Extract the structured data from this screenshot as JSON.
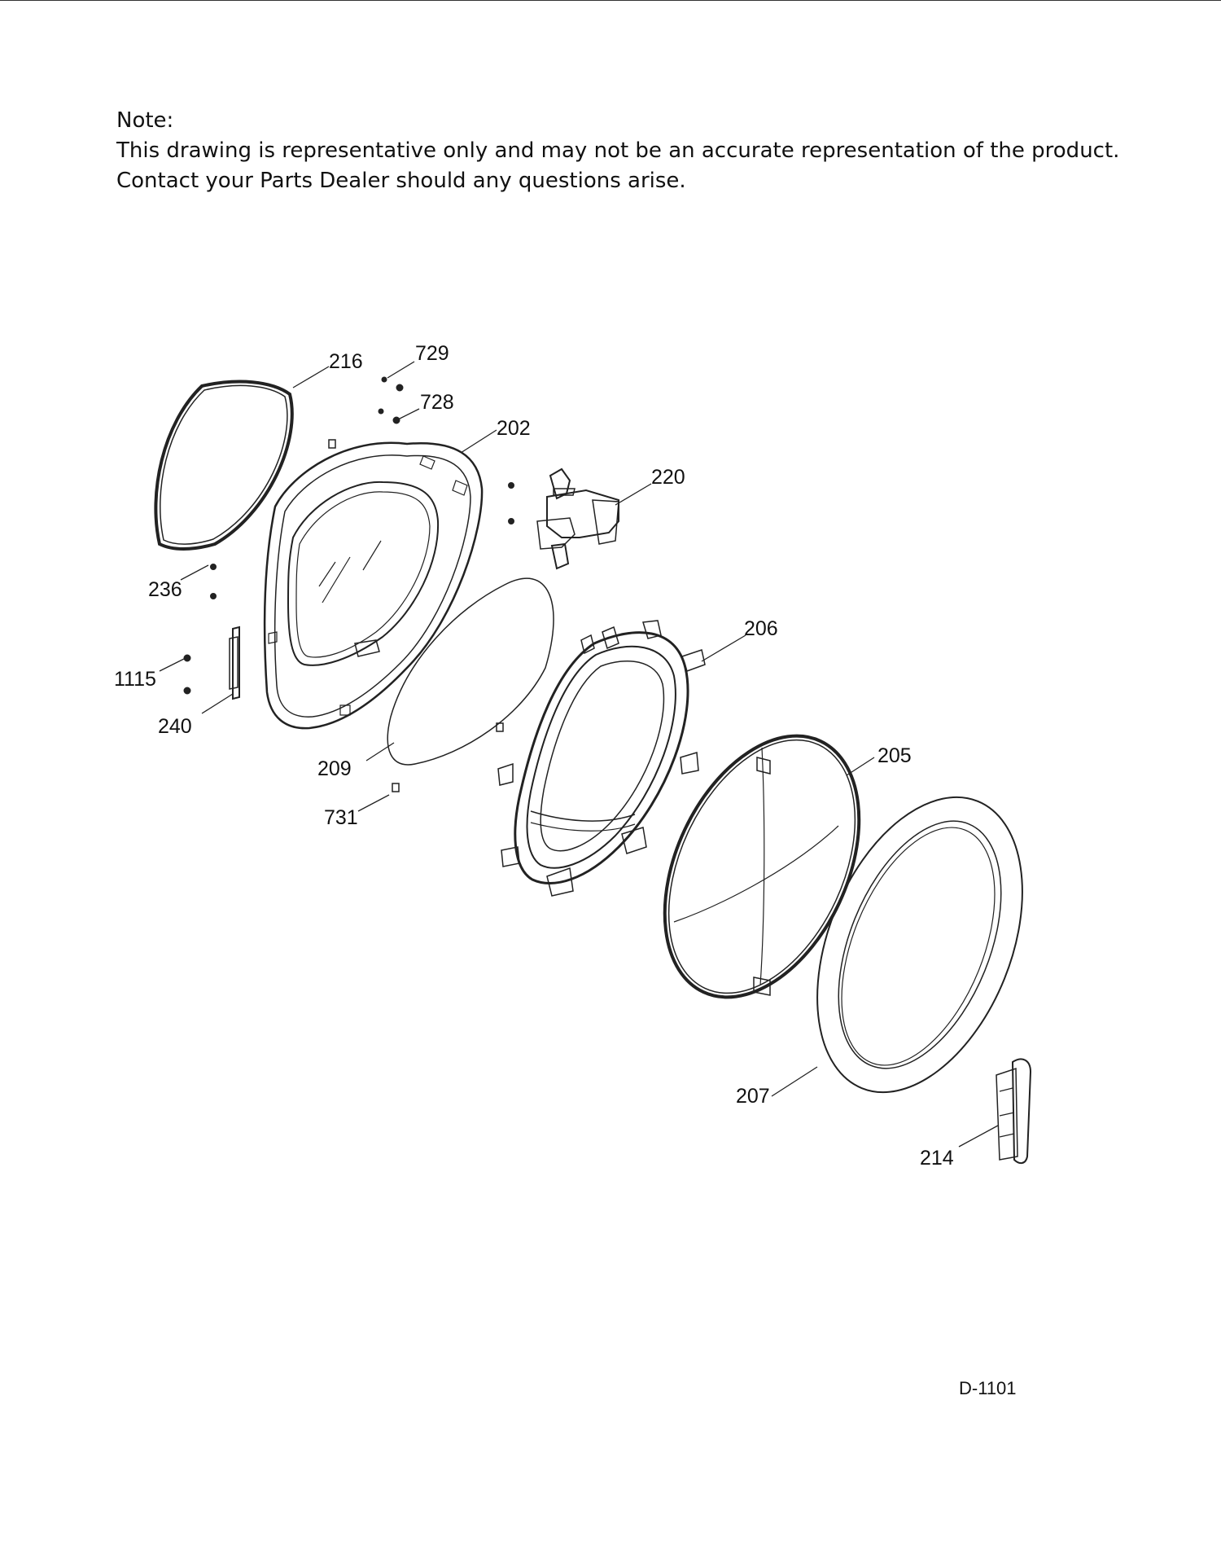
{
  "note": {
    "heading": "Note:",
    "line1": "This drawing is representative only and may not be an accurate representation of the product.",
    "line2": "Contact your Parts Dealer should any questions arise."
  },
  "callouts": {
    "p216": "216",
    "p729": "729",
    "p728": "728",
    "p202": "202",
    "p220": "220",
    "p236": "236",
    "p1115": "1115",
    "p240": "240",
    "p209": "209",
    "p731": "731",
    "p206": "206",
    "p205": "205",
    "p207": "207",
    "p214": "214"
  },
  "drawing_id": "D-1101"
}
